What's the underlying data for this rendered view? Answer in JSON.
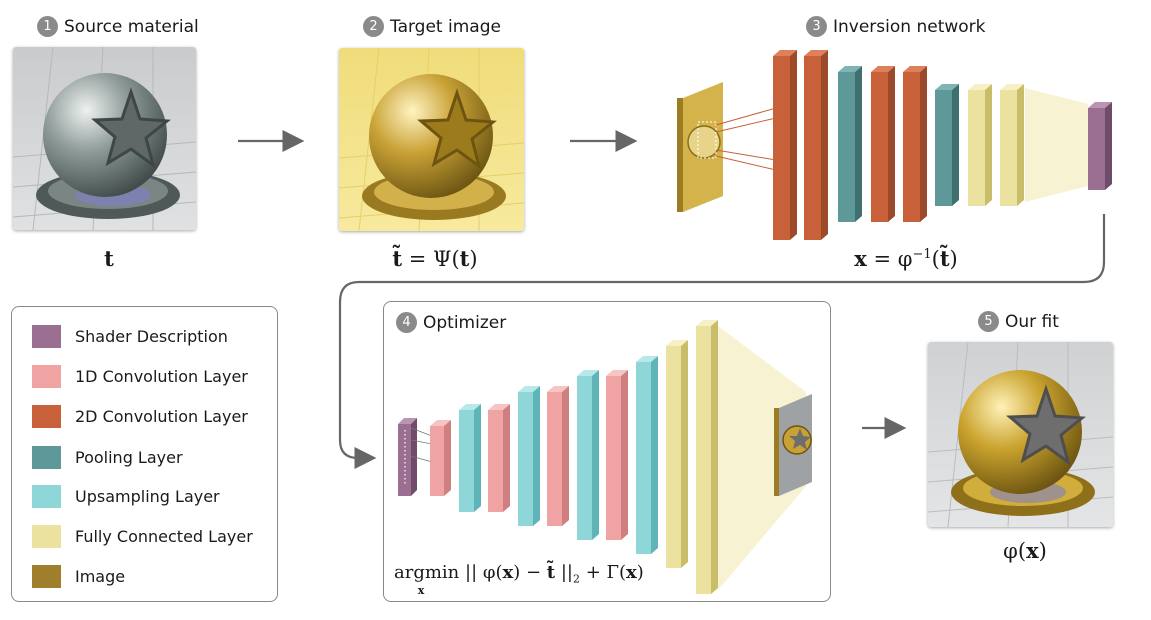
{
  "steps": [
    {
      "num": "1",
      "label": "Source material"
    },
    {
      "num": "2",
      "label": "Target image"
    },
    {
      "num": "3",
      "label": "Inversion network"
    },
    {
      "num": "4",
      "label": "Optimizer"
    },
    {
      "num": "5",
      "label": "Our fit"
    }
  ],
  "legend": [
    {
      "label": "Shader Description",
      "color": "#9a6f92"
    },
    {
      "label": "1D Convolution Layer",
      "color": "#f0a3a3"
    },
    {
      "label": "2D Convolution Layer",
      "color": "#c8603a"
    },
    {
      "label": "Pooling Layer",
      "color": "#5f9898"
    },
    {
      "label": "Upsampling Layer",
      "color": "#8fd6d9"
    },
    {
      "label": "Fully Connected Layer",
      "color": "#ebe2a0"
    },
    {
      "label": "Image",
      "color": "#a07f2c"
    }
  ],
  "colors": {
    "shader": "#9a6f92",
    "conv1d": "#f0a3a3",
    "conv2d": "#c8603a",
    "pool": "#5f9898",
    "upsample": "#8fd6d9",
    "fc": "#ebe2a0",
    "image": "#a07f2c",
    "arrow": "#666666",
    "border": "#888888"
  },
  "icons": [
    "arrow-right-icon",
    "curved-connector-arrow-icon"
  ]
}
